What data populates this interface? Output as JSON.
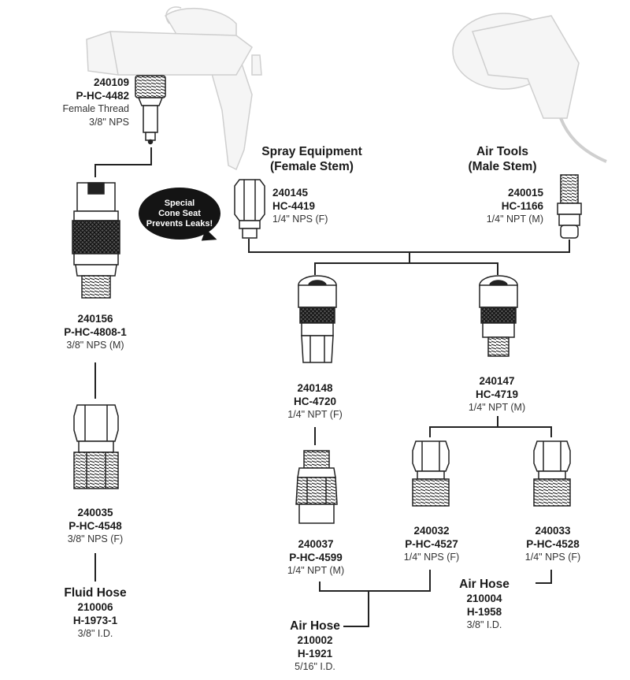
{
  "badge": [
    "Special",
    "Cone Seat",
    "Prevents Leaks!"
  ],
  "headers": {
    "spray": [
      "Spray Equipment",
      "(Female Stem)"
    ],
    "air_tools": [
      "Air Tools",
      "(Male Stem)"
    ]
  },
  "parts": {
    "p240109": [
      "240109",
      "P-HC-4482",
      "Female Thread",
      "3/8\" NPS"
    ],
    "p240145": [
      "240145",
      "HC-4419",
      "1/4\" NPS (F)"
    ],
    "p240015": [
      "240015",
      "HC-1166",
      "1/4\" NPT (M)"
    ],
    "p240156": [
      "240156",
      "P-HC-4808-1",
      "3/8\" NPS (M)"
    ],
    "p240148": [
      "240148",
      "HC-4720",
      "1/4\" NPT (F)"
    ],
    "p240147": [
      "240147",
      "HC-4719",
      "1/4\" NPT (M)"
    ],
    "p240035": [
      "240035",
      "P-HC-4548",
      "3/8\" NPS (F)"
    ],
    "p240037": [
      "240037",
      "P-HC-4599",
      "1/4\" NPT (M)"
    ],
    "p240032": [
      "240032",
      "P-HC-4527",
      "1/4\" NPS (F)"
    ],
    "p240033": [
      "240033",
      "P-HC-4528",
      "1/4\" NPS (F)"
    ]
  },
  "hoses": {
    "fluid": [
      "Fluid Hose",
      "210006",
      "H-1973-1",
      "3/8\" I.D."
    ],
    "air_right": [
      "Air Hose",
      "210004",
      "H-1958",
      "3/8\" I.D."
    ],
    "air_bottom": [
      "Air Hose",
      "210002",
      "H-1921",
      "5/16\" I.D."
    ]
  }
}
